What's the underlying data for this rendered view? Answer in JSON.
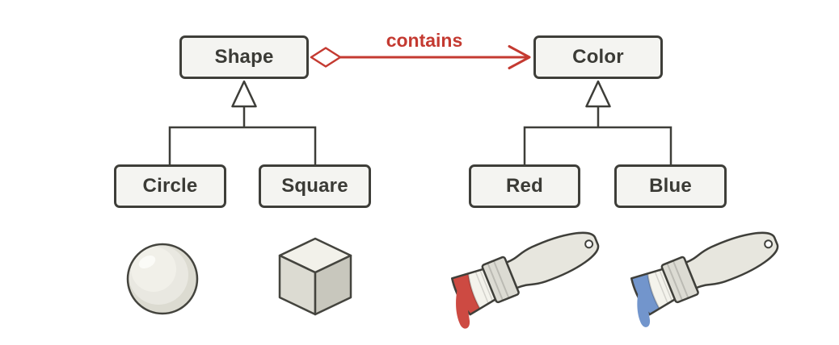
{
  "diagram": {
    "nodes": {
      "shape": "Shape",
      "color": "Color",
      "circle": "Circle",
      "square": "Square",
      "red": "Red",
      "blue": "Blue"
    },
    "relation": {
      "label": "contains",
      "type": "aggregation",
      "from": "Shape",
      "to": "Color"
    },
    "inheritance": [
      {
        "parent": "Shape",
        "children": [
          "Circle",
          "Square"
        ]
      },
      {
        "parent": "Color",
        "children": [
          "Red",
          "Blue"
        ]
      }
    ],
    "illustrations": [
      "sphere",
      "cube",
      "red paintbrush with paint drip",
      "blue paintbrush with paint drip"
    ],
    "colors": {
      "box_fill": "#f4f4f1",
      "box_border": "#3e3e39",
      "text": "#3b3b36",
      "relation_red": "#c43a31",
      "brush_red": "#cd4a42",
      "brush_blue": "#7295cc",
      "object_gray": "#e9e8e1"
    }
  }
}
